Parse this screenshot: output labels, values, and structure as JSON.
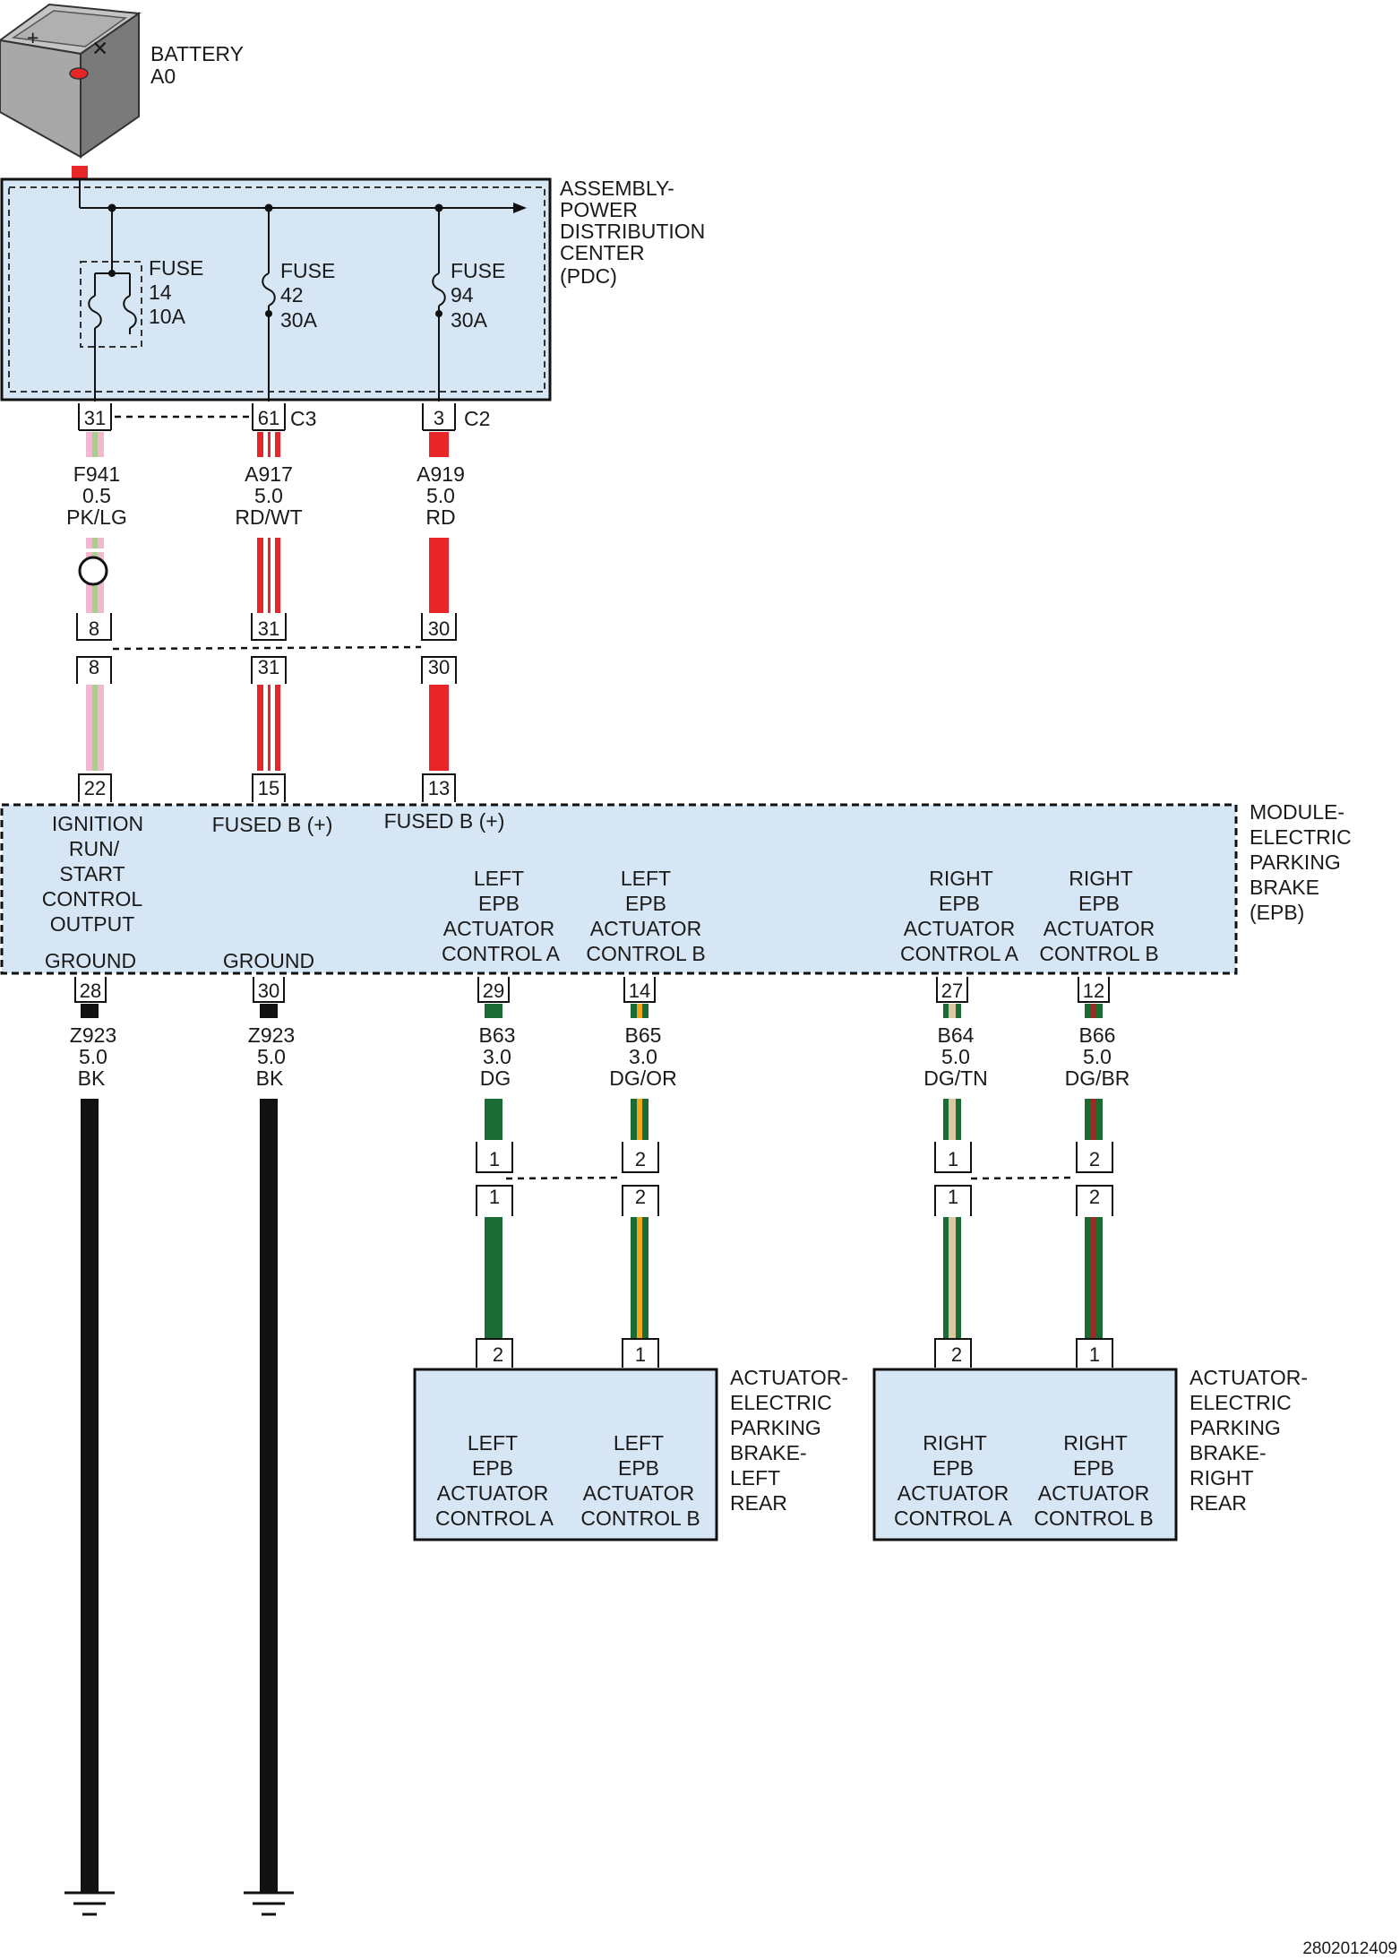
{
  "battery": {
    "name": "BATTERY",
    "id": "A0"
  },
  "pdc": {
    "label": [
      "ASSEMBLY-",
      "POWER",
      "DISTRIBUTION",
      "CENTER",
      "(PDC)"
    ],
    "fuses": [
      {
        "label": "FUSE",
        "number": "14",
        "rating": "10A"
      },
      {
        "label": "FUSE",
        "number": "42",
        "rating": "30A"
      },
      {
        "label": "FUSE",
        "number": "94",
        "rating": "30A"
      }
    ],
    "pins": [
      "31",
      "61",
      "3"
    ],
    "connectors": [
      "C3",
      "C2"
    ]
  },
  "wires_top": [
    {
      "circuit": "F941",
      "gauge": "0.5",
      "color": "PK/LG"
    },
    {
      "circuit": "A917",
      "gauge": "5.0",
      "color": "RD/WT"
    },
    {
      "circuit": "A919",
      "gauge": "5.0",
      "color": "RD"
    }
  ],
  "inline_pins": [
    "8",
    "31",
    "30"
  ],
  "module": {
    "label": [
      "MODULE-",
      "ELECTRIC",
      "PARKING",
      "BRAKE",
      "(EPB)"
    ],
    "top_pins": [
      "22",
      "15",
      "13"
    ],
    "functions": {
      "ign": [
        "IGNITION",
        "RUN/",
        "START",
        "CONTROL",
        "OUTPUT"
      ],
      "fusedb1": "FUSED B (+)",
      "fusedb2": "FUSED B (+)",
      "ground1": "GROUND",
      "ground2": "GROUND",
      "lefta": [
        "LEFT",
        "EPB",
        "ACTUATOR",
        "CONTROL A"
      ],
      "leftb": [
        "LEFT",
        "EPB",
        "ACTUATOR",
        "CONTROL B"
      ],
      "righta": [
        "RIGHT",
        "EPB",
        "ACTUATOR",
        "CONTROL A"
      ],
      "rightb": [
        "RIGHT",
        "EPB",
        "ACTUATOR",
        "CONTROL B"
      ]
    },
    "bottom_pins": [
      "28",
      "30",
      "29",
      "14",
      "27",
      "12"
    ]
  },
  "wires_bottom": [
    {
      "circuit": "Z923",
      "gauge": "5.0",
      "color": "BK"
    },
    {
      "circuit": "Z923",
      "gauge": "5.0",
      "color": "BK"
    },
    {
      "circuit": "B63",
      "gauge": "3.0",
      "color": "DG"
    },
    {
      "circuit": "B65",
      "gauge": "3.0",
      "color": "DG/OR"
    },
    {
      "circuit": "B64",
      "gauge": "5.0",
      "color": "DG/TN"
    },
    {
      "circuit": "B66",
      "gauge": "5.0",
      "color": "DG/BR"
    }
  ],
  "actuator_inline_pins": [
    "1",
    "2",
    "1",
    "2"
  ],
  "actuator_pins": [
    "2",
    "1",
    "2",
    "1"
  ],
  "actuator_left": {
    "label": [
      "ACTUATOR-",
      "ELECTRIC",
      "PARKING",
      "BRAKE-",
      "LEFT",
      "REAR"
    ],
    "a": [
      "LEFT",
      "EPB",
      "ACTUATOR",
      "CONTROL A"
    ],
    "b": [
      "LEFT",
      "EPB",
      "ACTUATOR",
      "CONTROL B"
    ]
  },
  "actuator_right": {
    "label": [
      "ACTUATOR-",
      "ELECTRIC",
      "PARKING",
      "BRAKE-",
      "RIGHT",
      "REAR"
    ],
    "a": [
      "RIGHT",
      "EPB",
      "ACTUATOR",
      "CONTROL A"
    ],
    "b": [
      "RIGHT",
      "EPB",
      "ACTUATOR",
      "CONTROL B"
    ]
  },
  "doc_number": "2802012409",
  "colors": {
    "box_fill": "#d6e6f5",
    "red": "#e8262a",
    "pink": "#f2b8cf",
    "light_green": "#a9cf8f",
    "dark_green": "#1b6b34",
    "orange": "#f0a818",
    "tan": "#d9c8a0",
    "brown": "#9b2a22",
    "black": "#111111"
  }
}
